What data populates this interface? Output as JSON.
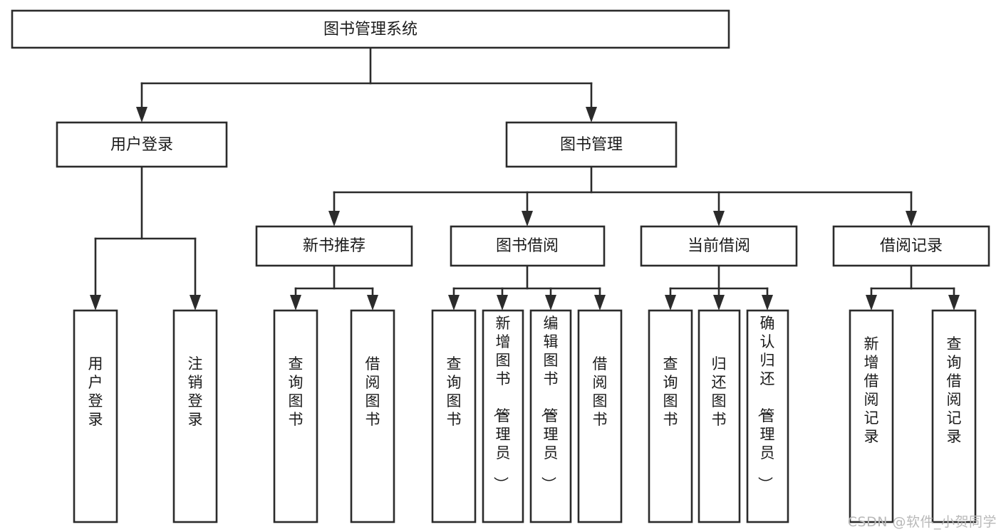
{
  "diagram": {
    "title": "图书管理系统",
    "type": "hierarchy-tree",
    "watermark": "CSDN @软件_小贺同学",
    "colors": {
      "stroke": "#2b2b2b",
      "fill": "#ffffff",
      "text": "#1b1b1b",
      "watermark": "#b9b9b9"
    },
    "root": {
      "label": "图书管理系统",
      "orientation": "horizontal"
    },
    "level2": [
      {
        "label": "用户登录",
        "orientation": "horizontal"
      },
      {
        "label": "图书管理",
        "orientation": "horizontal"
      }
    ],
    "level3": [
      {
        "label": "新书推荐",
        "orientation": "horizontal",
        "parent": "图书管理"
      },
      {
        "label": "图书借阅",
        "orientation": "horizontal",
        "parent": "图书管理"
      },
      {
        "label": "当前借阅",
        "orientation": "horizontal",
        "parent": "图书管理"
      },
      {
        "label": "借阅记录",
        "orientation": "horizontal",
        "parent": "图书管理"
      }
    ],
    "leaves": [
      {
        "label": "用户登录",
        "orientation": "vertical",
        "parent": "用户登录"
      },
      {
        "label": "注销登录",
        "orientation": "vertical",
        "parent": "用户登录"
      },
      {
        "label": "查询图书",
        "orientation": "vertical",
        "parent": "新书推荐"
      },
      {
        "label": "借阅图书",
        "orientation": "vertical",
        "parent": "新书推荐"
      },
      {
        "label": "查询图书",
        "orientation": "vertical",
        "parent": "图书借阅"
      },
      {
        "label": "新增图书（管理员）",
        "orientation": "vertical",
        "parent": "图书借阅"
      },
      {
        "label": "编辑图书（管理员）",
        "orientation": "vertical",
        "parent": "图书借阅"
      },
      {
        "label": "借阅图书",
        "orientation": "vertical",
        "parent": "图书借阅"
      },
      {
        "label": "查询图书",
        "orientation": "vertical",
        "parent": "当前借阅"
      },
      {
        "label": "归还图书",
        "orientation": "vertical",
        "parent": "当前借阅"
      },
      {
        "label": "确认归还（管理员）",
        "orientation": "vertical",
        "parent": "当前借阅"
      },
      {
        "label": "新增借阅记录",
        "orientation": "vertical",
        "parent": "借阅记录"
      },
      {
        "label": "查询借阅记录",
        "orientation": "vertical",
        "parent": "借阅记录"
      }
    ]
  }
}
